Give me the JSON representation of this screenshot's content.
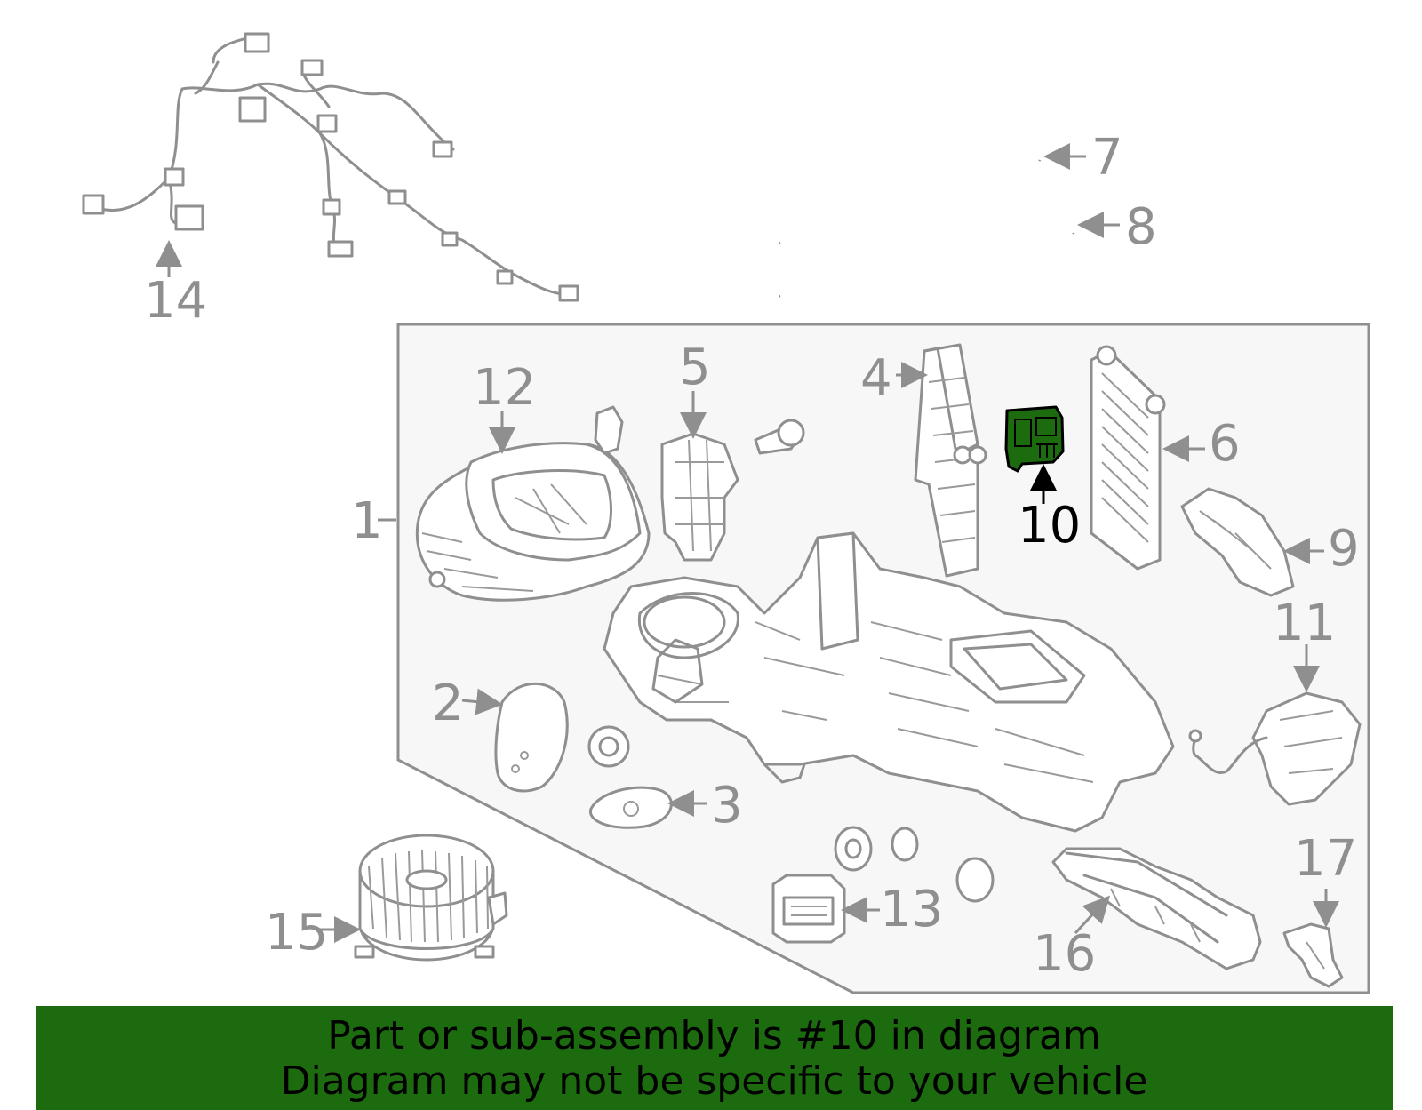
{
  "callouts": [
    "1",
    "2",
    "3",
    "4",
    "5",
    "6",
    "7",
    "8",
    "9",
    "10",
    "11",
    "12",
    "13",
    "14",
    "15",
    "16",
    "17"
  ],
  "highlighted_callout": "10",
  "colors": {
    "highlight": "#1d6b0f",
    "line_art": "#8f8f8f",
    "panel_background": "#f7f7f7",
    "banner_background": "#1d6b0f",
    "banner_text": "#000000"
  },
  "banner": {
    "line1": "Part or sub-assembly is #10 in diagram",
    "line2": "Diagram may not be specific to your vehicle"
  }
}
